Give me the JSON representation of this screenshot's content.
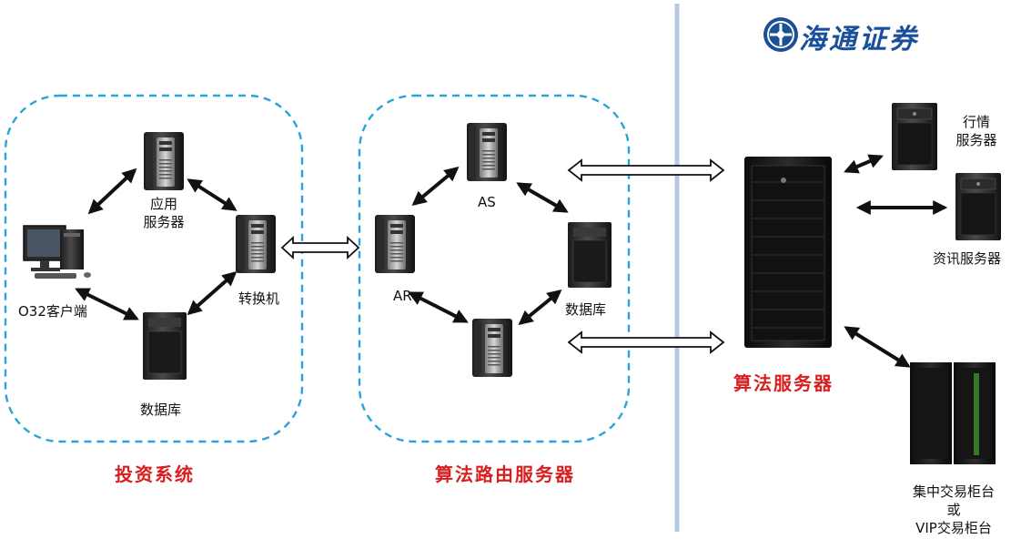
{
  "brand": {
    "name": "海通证券",
    "color": "#1a4f9a"
  },
  "groups": {
    "investment_system": "投资系统",
    "algo_router": "算法路由服务器",
    "algo_server": "算法服务器"
  },
  "nodes": {
    "app_server": [
      "应用",
      "服务器"
    ],
    "o32_client": "O32客户端",
    "switch": "转换机",
    "db_left": "数据库",
    "as": "AS",
    "ar": "AR",
    "db_router": "数据库",
    "market_server": [
      "行情",
      "服务器"
    ],
    "info_server": "资讯服务器",
    "trading_counter": [
      "集中交易柜台",
      "或",
      "VIP交易柜台"
    ]
  },
  "colors": {
    "group_border": "#29a3d9",
    "title_red": "#d81e1e",
    "divider": "#b6c8e0"
  }
}
